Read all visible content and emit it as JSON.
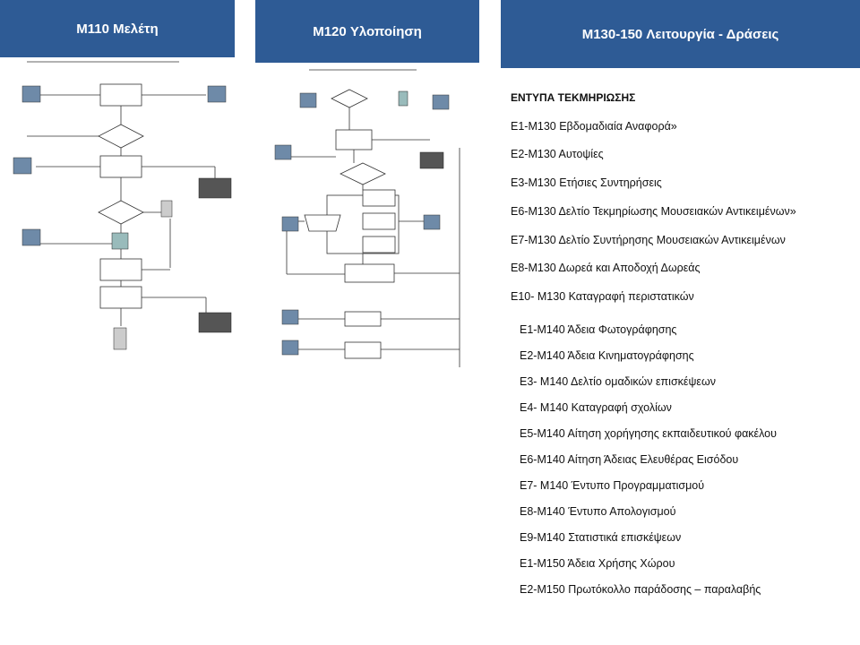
{
  "headers": {
    "m110": "M110 Μελέτη",
    "m120": "M120 Υλοποίηση",
    "m130": "M130-150 Λειτουργία - Δράσεις"
  },
  "forms": {
    "title": "ΕΝΤΥΠΑ ΤΕΚΜΗΡΙΩΣΗΣ",
    "m130": [
      "Ε1-Μ130 Εβδομαδιαία Αναφορά»",
      "Ε2-Μ130 Αυτοψίες",
      "Ε3-Μ130 Ετήσιες Συντηρήσεις",
      "Ε6-Μ130 Δελτίο Τεκμηρίωσης Μουσειακών  Αντικειμένων»",
      "Ε7-Μ130 Δελτίο Συντήρησης Μουσειακών  Αντικειμένων",
      "Ε8-Μ130 Δωρεά και Αποδοχή Δωρεάς",
      "Ε10- Μ130 Καταγραφή περιστατικών"
    ],
    "m140_150": [
      "Ε1-Μ140 Άδεια Φωτογράφησης",
      "Ε2-Μ140 Άδεια Κινηματογράφησης",
      "Ε3- Μ140  Δελτίο ομαδικών επισκέψεων",
      "Ε4- Μ140  Καταγραφή σχολίων",
      "Ε5-Μ140  Αίτηση χορήγησης εκπαιδευτικού φακέλου",
      "Ε6-Μ140 Αίτηση Άδειας Ελευθέρας Εισόδου",
      "Ε7- Μ140 Έντυπο Προγραμματισμού",
      "Ε8-Μ140 Έντυπο Απολογισμού",
      "Ε9-Μ140 Στατιστικά επισκέψεων",
      "Ε1-Μ150 Άδεια Χρήσης Χώρου",
      "Ε2-Μ150 Πρωτόκολλο παράδοσης – παραλαβής"
    ]
  }
}
